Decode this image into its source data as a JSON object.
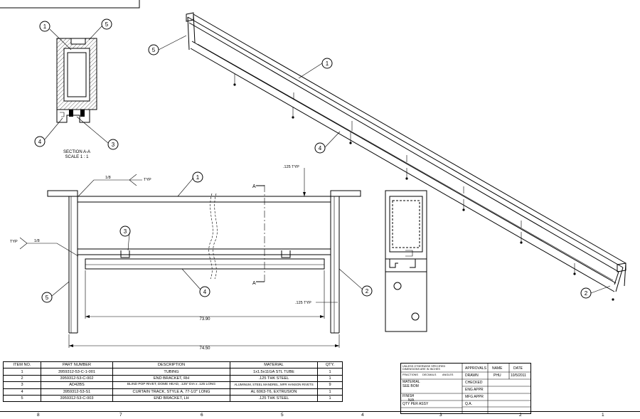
{
  "section_view": {
    "title": "SECTION A-A",
    "scale": "SCALE 1 : 1",
    "balloons": [
      "1",
      "5",
      "4",
      "3"
    ]
  },
  "isometric": {
    "balloons": [
      "5",
      "1",
      "4",
      "2"
    ]
  },
  "front_view": {
    "balloons": [
      "1",
      "3",
      "4",
      "5",
      "2"
    ],
    "weld_top": {
      "size": "1/8",
      "note": "TYP"
    },
    "weld_left": {
      "size": "1/8",
      "note": "TYP"
    },
    "dims": {
      "top_thk": ".125 TYP",
      "side_thk": ".125 TYP",
      "inner": "73.90",
      "overall": "74.50"
    },
    "section_marks": [
      "A",
      "A"
    ]
  },
  "bom": {
    "headers": [
      "ITEM NO.",
      "PART NUMBER",
      "DESCRIPTION",
      "MATERIAL",
      "QTY."
    ],
    "rows": [
      [
        "1",
        "3959312-53-C-1-001",
        "TUBING",
        "1x1.5x11GA STL TUBE",
        "1"
      ],
      [
        "2",
        "3959312-53-C-002",
        "END BRACKET, RH",
        ".125 THK STEEL",
        "1"
      ],
      [
        "3",
        "AD42BS",
        "BLIND POP RIVET, DOME HEAD, .125\" DIA x .125 LONG",
        "ALUMINUM, STEEL MANDREL, MFR HANSON RIVETS",
        "9"
      ],
      [
        "4",
        "3959312-53-S1",
        "CURTAIN TRACK, STYLE A, 77-1/2\" LONG",
        "AL 6063-T6, EXTRUSION",
        "1"
      ],
      [
        "5",
        "3959312-53-C-003",
        "END BRACKET, LH",
        ".125 THK STEEL",
        "1"
      ]
    ]
  },
  "title_block": {
    "approvals": "APPROVALS",
    "name": "NAME",
    "date": "DATE",
    "drawn": "DRAWN",
    "drawn_name": "PHU",
    "drawn_date": "10/5/2011",
    "checked": "CHECKED",
    "eng_appr": "ENG APPR",
    "mfg_appr": "MFG APPR",
    "qa": "Q.A.",
    "material": "MATERIAL",
    "material_val": "SEE BOM",
    "finish": "FINISH",
    "finish_val": "N/A",
    "qty_per_assy": "QTY PER ASSY",
    "tolerance_note": "UNLESS OTHERWISE SPECIFIED DIMENSIONS ARE IN INCHES",
    "fractions": "FRACTIONS",
    "decimals": "DECIMALS",
    "angles": "ANGLES"
  },
  "zones": [
    "8",
    "7",
    "6",
    "5",
    "4",
    "3",
    "2",
    "1"
  ]
}
